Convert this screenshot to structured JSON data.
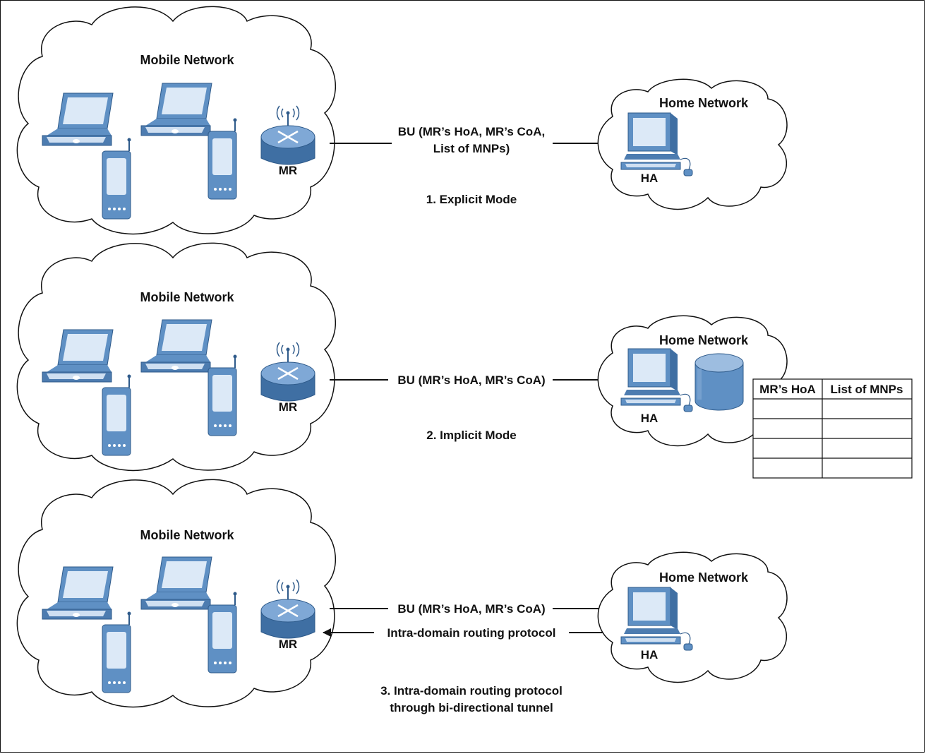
{
  "colors": {
    "device_blue": "#5f90c4",
    "screen_light": "#dce9f7",
    "line": "#111111"
  },
  "panels": [
    {
      "mobile_network": "Mobile Network",
      "home_network": "Home Network",
      "router": "MR",
      "home_agent": "HA",
      "messages": [
        "BU (MR’s HoA, MR’s CoA,",
        "List of MNPs)"
      ],
      "mode": [
        "1. Explicit Mode"
      ]
    },
    {
      "mobile_network": "Mobile Network",
      "home_network": "Home Network",
      "router": "MR",
      "home_agent": "HA",
      "messages": [
        "BU (MR’s HoA, MR’s CoA)"
      ],
      "mode": [
        "2. Implicit Mode"
      ],
      "table": {
        "headers": [
          "MR’s HoA",
          "List of MNPs"
        ],
        "rows": [
          [
            "",
            ""
          ],
          [
            "",
            ""
          ],
          [
            "",
            ""
          ],
          [
            "",
            ""
          ]
        ]
      }
    },
    {
      "mobile_network": "Mobile Network",
      "home_network": "Home Network",
      "router": "MR",
      "home_agent": "HA",
      "messages": [
        "BU (MR’s HoA, MR’s CoA)",
        "Intra-domain routing protocol"
      ],
      "mode": [
        "3. Intra-domain routing protocol",
        "through bi-directional tunnel"
      ]
    }
  ]
}
